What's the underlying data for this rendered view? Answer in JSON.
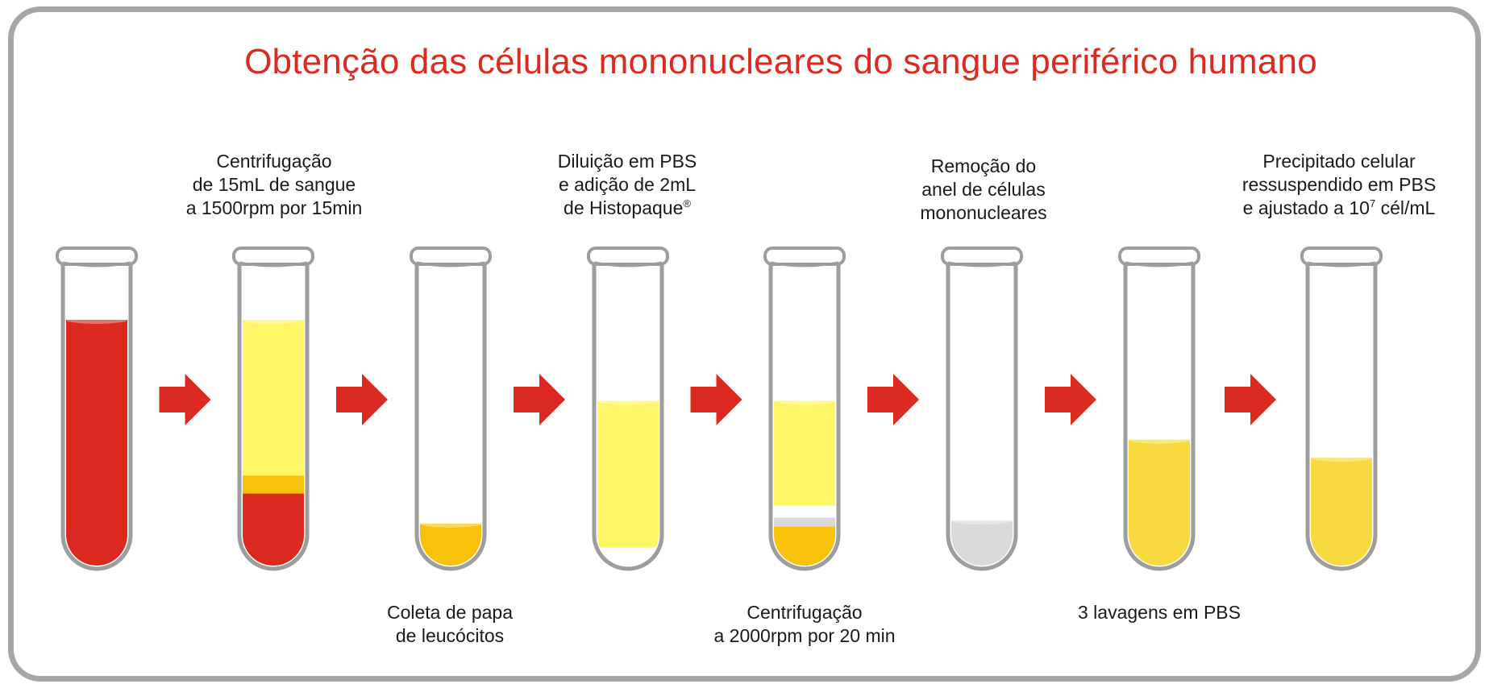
{
  "title": "Obtenção das células mononucleares do sangue periférico humano",
  "top_captions": [
    {
      "lines": [
        "Centrifugação",
        "de 15mL de sangue",
        "a 1500rpm por 15min"
      ]
    },
    {
      "lines": [
        "Diluição em PBS",
        "e adição de 2mL"
      ],
      "last_text": "de Histopaque",
      "last_sup": "®"
    },
    {
      "lines": [
        "Remoção do",
        "anel de células",
        "mononucleares"
      ]
    },
    {
      "lines": [
        "Precipitado celular",
        "ressuspendido em PBS"
      ],
      "last_text": "e ajustado a 10",
      "last_sup": "7",
      "last_tail": " cél/mL"
    }
  ],
  "bottom_captions": [
    {
      "lines": [
        "Coleta de papa",
        "de leucócitos"
      ]
    },
    {
      "lines": [
        "Centrifugação",
        "a 2000rpm por 20 min"
      ]
    },
    {
      "lines": [
        "3 lavagens em PBS"
      ]
    }
  ],
  "colors": {
    "accent_red": "#dc2a21",
    "blood_red": "#dc2a21",
    "plasma_yellow": "#fdf666",
    "buffy_orange": "#f8c20a",
    "pellet_yellow": "#f9d940",
    "grey_fluid": "#dadada",
    "tube_outline": "#9d9d9d"
  },
  "tubes": [
    {
      "id": "tube-1-whole-blood",
      "layers": [
        {
          "name": "blood",
          "color": "blood_red",
          "level": 0.82
        }
      ]
    },
    {
      "id": "tube-2-separated",
      "layers": [
        {
          "name": "blood",
          "color": "blood_red",
          "level": 0.24
        },
        {
          "name": "buffy-coat",
          "color": "buffy_orange",
          "level": 0.3
        },
        {
          "name": "plasma",
          "color": "plasma_yellow",
          "level": 0.82
        }
      ]
    },
    {
      "id": "tube-3-buffy-coat",
      "layers": [
        {
          "name": "buffy-coat",
          "color": "buffy_orange",
          "level": 0.14
        }
      ]
    },
    {
      "id": "tube-4-diluted",
      "layers": [
        {
          "name": "histopaque",
          "color": "white",
          "level": 0.06
        },
        {
          "name": "diluted-sample",
          "color": "plasma_yellow",
          "level": 0.55
        }
      ]
    },
    {
      "id": "tube-5-gradient",
      "layers": [
        {
          "name": "pellet",
          "color": "buffy_orange",
          "level": 0.13
        },
        {
          "name": "histopaque",
          "color": "grey_fluid",
          "level": 0.16
        },
        {
          "name": "ring",
          "color": "white",
          "level": 0.2
        },
        {
          "name": "plasma",
          "color": "plasma_yellow",
          "level": 0.55
        }
      ]
    },
    {
      "id": "tube-6-mononuclear-ring",
      "layers": [
        {
          "name": "mononuclear-cells",
          "color": "grey_fluid",
          "level": 0.15
        }
      ]
    },
    {
      "id": "tube-7-washed",
      "layers": [
        {
          "name": "cells-in-pbs",
          "color": "pellet_yellow",
          "level": 0.42
        }
      ]
    },
    {
      "id": "tube-8-resuspended",
      "layers": [
        {
          "name": "resuspended-cells",
          "color": "pellet_yellow",
          "level": 0.36
        }
      ]
    }
  ],
  "arrows": 7
}
